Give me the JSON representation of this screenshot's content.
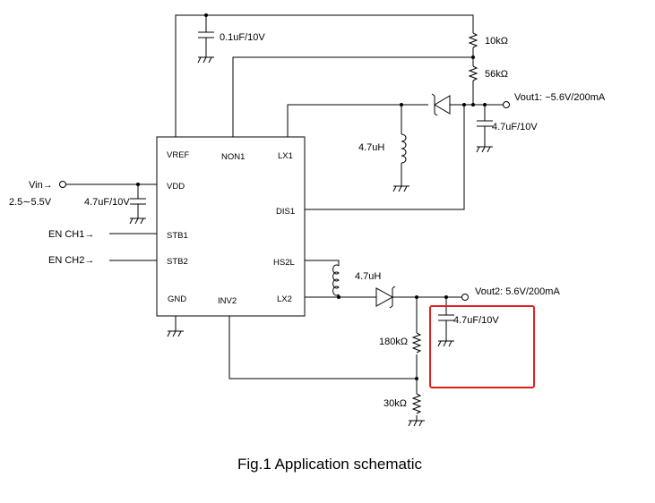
{
  "chip": {
    "pins": {
      "vref": "VREF",
      "non1": "NON1",
      "lx1": "LX1",
      "vdd": "VDD",
      "dis1": "DIS1",
      "stb1": "STB1",
      "stb2": "STB2",
      "hs2l": "HS2L",
      "gnd": "GND",
      "inv2": "INV2",
      "lx2": "LX2"
    }
  },
  "labels": {
    "c_vref": "0.1uF/10V",
    "r_top": "10kΩ",
    "r_mid": "56kΩ",
    "vout1": "Vout1: −5.6V/200mA",
    "c_out1": "4.7uF/10V",
    "l1": "4.7uH",
    "vin": "Vin→",
    "vin_range": "2.5∼5.5V",
    "c_vin": "4.7uF/10V",
    "en1": "EN CH1→",
    "en2": "EN CH2→",
    "l2": "4.7uH",
    "vout2": "Vout2: 5.6V/200mA",
    "c_out2": "4.7uF/10V",
    "r_180": "180kΩ",
    "r_30": "30kΩ"
  },
  "caption": "Fig.1 Application schematic",
  "highlight_color": "#e02020"
}
